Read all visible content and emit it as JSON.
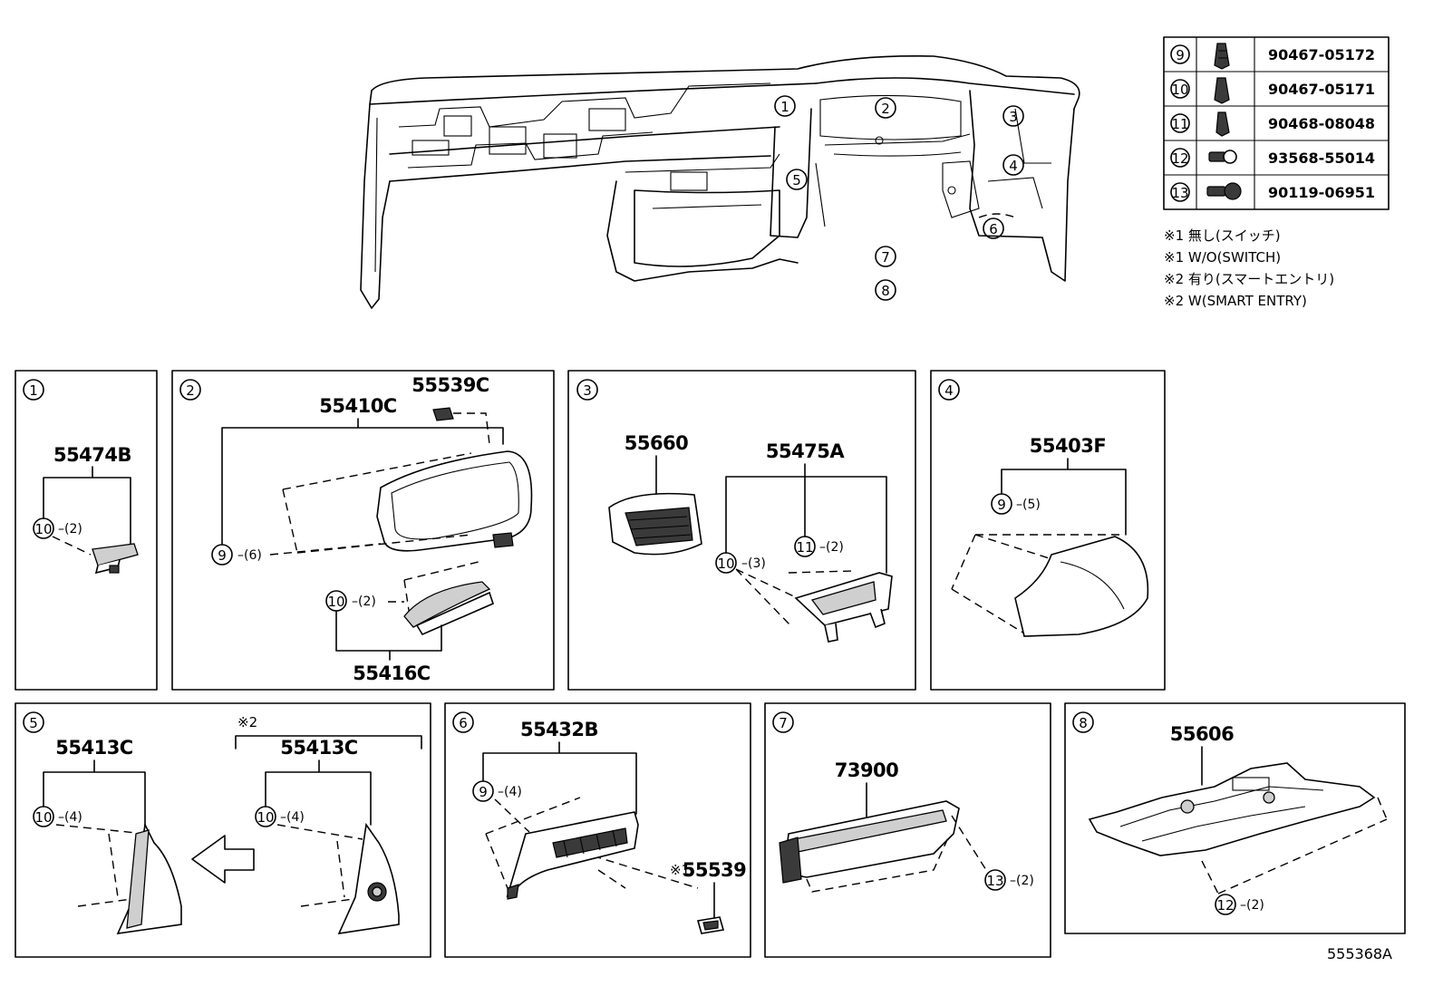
{
  "diagram_id": "555368A",
  "fastener_table": [
    {
      "ref": "9",
      "part_number": "90467-05172",
      "icon": "clip-icon"
    },
    {
      "ref": "10",
      "part_number": "90467-05171",
      "icon": "clip-icon"
    },
    {
      "ref": "11",
      "part_number": "90468-08048",
      "icon": "clip-icon"
    },
    {
      "ref": "12",
      "part_number": "93568-55014",
      "icon": "screw-icon"
    },
    {
      "ref": "13",
      "part_number": "90119-06951",
      "icon": "bolt-icon"
    }
  ],
  "notes": [
    "※1 無し(スイッチ)",
    "※1 W/O(SWITCH)",
    "※2 有り(スマートエントリ)",
    "※2 W(SMART ENTRY)"
  ],
  "main_callouts": [
    "1",
    "2",
    "3",
    "4",
    "5",
    "6",
    "7",
    "8"
  ],
  "panels": [
    {
      "id": "1",
      "parts": [
        "55474B"
      ],
      "qty": [
        "(2)"
      ],
      "refs": [
        "10"
      ]
    },
    {
      "id": "2",
      "parts": [
        "55410C",
        "55539C",
        "55416C"
      ],
      "qty": [
        "(6)",
        "(2)"
      ],
      "refs": [
        "9",
        "10"
      ]
    },
    {
      "id": "3",
      "parts": [
        "55660",
        "55475A"
      ],
      "qty": [
        "(3)",
        "(2)"
      ],
      "refs": [
        "10",
        "11"
      ]
    },
    {
      "id": "4",
      "parts": [
        "55403F"
      ],
      "qty": [
        "(5)"
      ],
      "refs": [
        "9"
      ]
    },
    {
      "id": "5",
      "parts": [
        "55413C",
        "55413C"
      ],
      "qty": [
        "(4)",
        "(4)"
      ],
      "refs": [
        "10",
        "10"
      ],
      "note": "※2"
    },
    {
      "id": "6",
      "parts": [
        "55432B",
        "55539"
      ],
      "qty": [
        "(4)"
      ],
      "refs": [
        "9"
      ],
      "note": "※1"
    },
    {
      "id": "7",
      "parts": [
        "73900"
      ],
      "qty": [
        "(2)"
      ],
      "refs": [
        "13"
      ]
    },
    {
      "id": "8",
      "parts": [
        "55606"
      ],
      "qty": [
        "(2)"
      ],
      "refs": [
        "12"
      ]
    }
  ]
}
